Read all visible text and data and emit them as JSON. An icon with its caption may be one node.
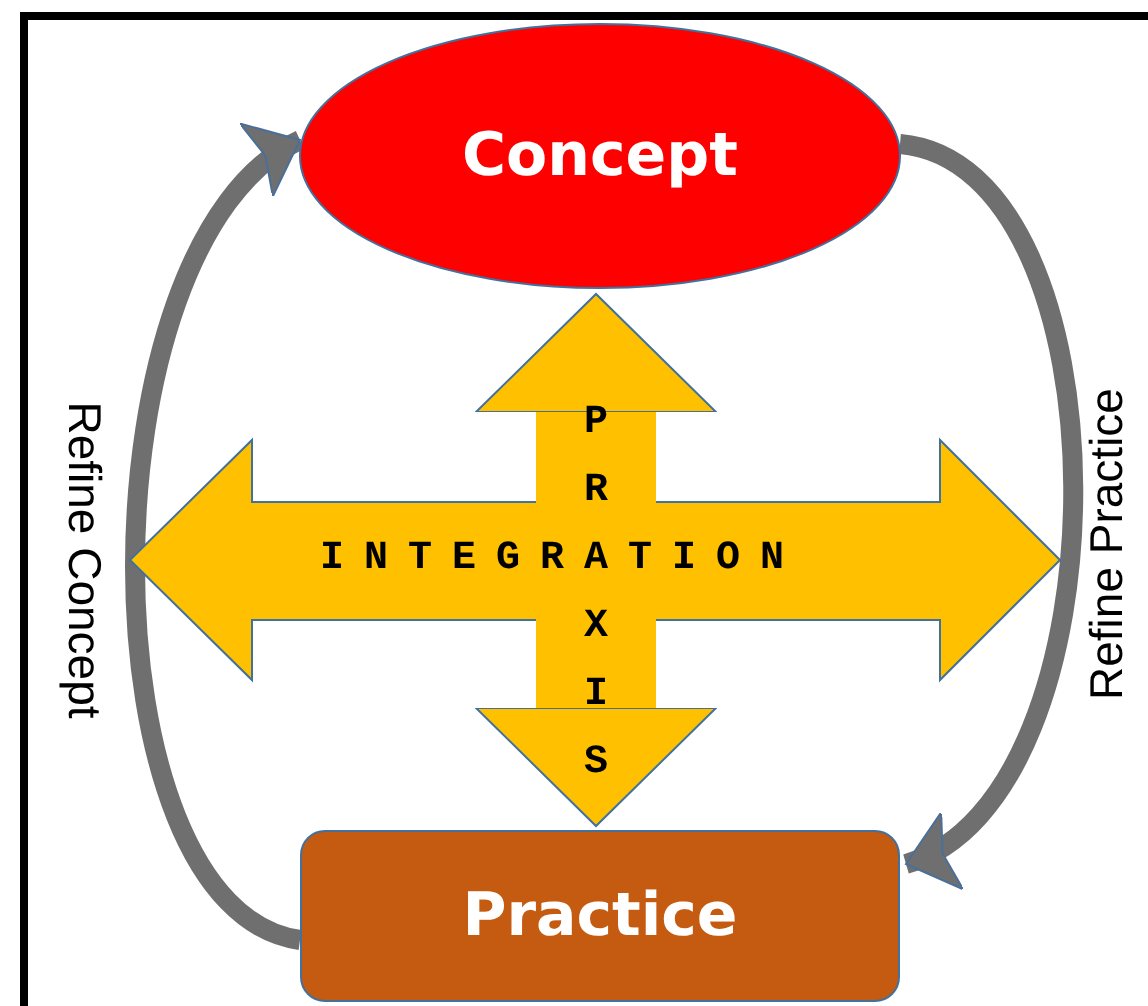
{
  "diagram": {
    "nodes": [
      {
        "text": [
          "Concept"
        ]
      },
      {
        "text": [
          "Practice"
        ]
      },
      {
        "text": [
          "PR",
          "INTEGRATION",
          "XIS"
        ]
      }
    ],
    "edges": [
      {
        "from": 1,
        "to": 0,
        "arrow": "to",
        "label": "Refine Concept"
      },
      {
        "from": 0,
        "to": 1,
        "arrow": "to",
        "label": "Refine Practice"
      },
      {
        "from": 2,
        "to": 0,
        "arrow": "to",
        "style": "thick",
        "color": "#ffc000"
      },
      {
        "from": 2,
        "to": 1,
        "arrow": "to",
        "style": "thick",
        "color": "#ffc000"
      }
    ]
  }
}
